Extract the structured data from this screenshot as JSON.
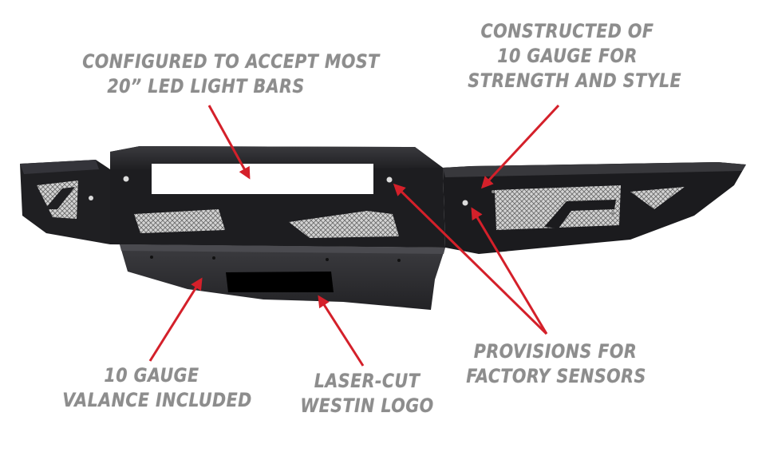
{
  "callouts": {
    "led_light_bar": [
      "CONFIGURED TO ACCEPT MOST",
      "20” LED LIGHT BARS"
    ],
    "construction": [
      "CONSTRUCTED OF",
      "10 GAUGE FOR",
      "STRENGTH AND STYLE"
    ],
    "sensors": [
      "PROVISIONS FOR",
      "FACTORY SENSORS"
    ],
    "valance": [
      "10 GAUGE",
      "VALANCE INCLUDED"
    ],
    "logo": [
      "LASER-CUT",
      "WESTIN LOGO"
    ]
  },
  "colors": {
    "text": "#8d8d8d",
    "arrow": "#d4202a",
    "bumper_dark": "#1c1c1e",
    "bumper_mid": "#2b2b2e",
    "mesh": "#c9c9c9",
    "light_bar_opening": "#ffffff"
  }
}
